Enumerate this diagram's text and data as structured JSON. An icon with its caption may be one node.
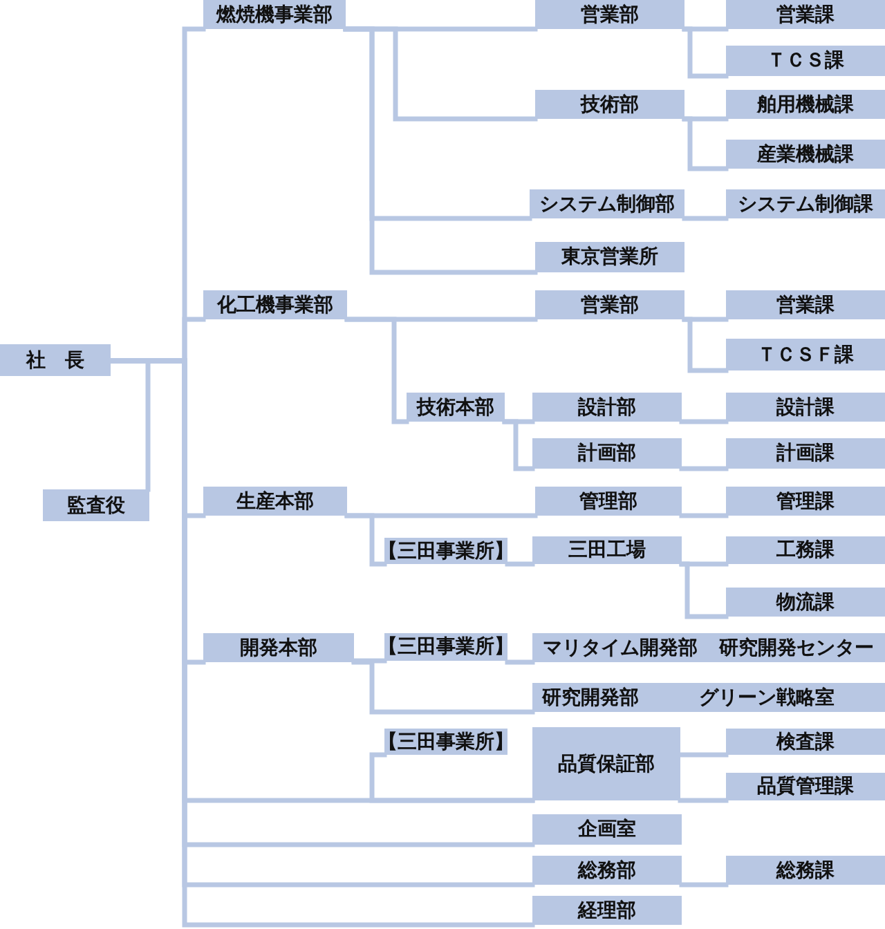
{
  "diagram": {
    "nodes": [
      {
        "text": [
          "社　長"
        ]
      },
      {
        "text": [
          "監査役"
        ]
      },
      {
        "text": [
          "燃焼機事業部"
        ]
      },
      {
        "text": [
          "営業部"
        ]
      },
      {
        "text": [
          "営業課"
        ]
      },
      {
        "text": [
          "ＴＣＳ課"
        ]
      },
      {
        "text": [
          "技術部"
        ]
      },
      {
        "text": [
          "舶用機械課"
        ]
      },
      {
        "text": [
          "産業機械課"
        ]
      },
      {
        "text": [
          "システム制御部"
        ]
      },
      {
        "text": [
          "システム制御課"
        ]
      },
      {
        "text": [
          "東京営業所"
        ]
      },
      {
        "text": [
          "化工機事業部"
        ]
      },
      {
        "text": [
          "営業部"
        ]
      },
      {
        "text": [
          "営業課"
        ]
      },
      {
        "text": [
          "ＴＣＳＦ課"
        ]
      },
      {
        "text": [
          "技術本部"
        ]
      },
      {
        "text": [
          "設計部"
        ]
      },
      {
        "text": [
          "設計課"
        ]
      },
      {
        "text": [
          "計画部"
        ]
      },
      {
        "text": [
          "計画課"
        ]
      },
      {
        "text": [
          "生産本部"
        ]
      },
      {
        "text": [
          "管理部"
        ]
      },
      {
        "text": [
          "管理課"
        ]
      },
      {
        "text": [
          "【三田事業所】"
        ]
      },
      {
        "text": [
          "三田工場"
        ]
      },
      {
        "text": [
          "工務課"
        ]
      },
      {
        "text": [
          "物流課"
        ]
      },
      {
        "text": [
          "開発本部"
        ]
      },
      {
        "text": [
          "【三田事業所】"
        ]
      },
      {
        "text": [
          "マリタイム開発部"
        ]
      },
      {
        "text": [
          "研究開発センター"
        ]
      },
      {
        "text": [
          "研究開発部"
        ]
      },
      {
        "text": [
          "グリーン戦略室"
        ]
      },
      {
        "text": [
          "【三田事業所】"
        ]
      },
      {
        "text": [
          "品質保証部"
        ]
      },
      {
        "text": [
          "検査課"
        ]
      },
      {
        "text": [
          "品質管理課"
        ]
      },
      {
        "text": [
          "企画室"
        ]
      },
      {
        "text": [
          "総務部"
        ]
      },
      {
        "text": [
          "総務課"
        ]
      },
      {
        "text": [
          "経理部"
        ]
      }
    ],
    "edges": [
      {
        "from": 0,
        "to": 1,
        "arrow": "none"
      },
      {
        "from": 0,
        "to": 2,
        "arrow": "none"
      },
      {
        "from": 2,
        "to": 3,
        "arrow": "none"
      },
      {
        "from": 3,
        "to": 4,
        "arrow": "none"
      },
      {
        "from": 3,
        "to": 5,
        "arrow": "none"
      },
      {
        "from": 2,
        "to": 6,
        "arrow": "none"
      },
      {
        "from": 6,
        "to": 7,
        "arrow": "none"
      },
      {
        "from": 6,
        "to": 8,
        "arrow": "none"
      },
      {
        "from": 2,
        "to": 9,
        "arrow": "none"
      },
      {
        "from": 9,
        "to": 10,
        "arrow": "none"
      },
      {
        "from": 2,
        "to": 11,
        "arrow": "none"
      },
      {
        "from": 0,
        "to": 12,
        "arrow": "none"
      },
      {
        "from": 12,
        "to": 13,
        "arrow": "none"
      },
      {
        "from": 13,
        "to": 14,
        "arrow": "none"
      },
      {
        "from": 13,
        "to": 15,
        "arrow": "none"
      },
      {
        "from": 12,
        "to": 16,
        "arrow": "none"
      },
      {
        "from": 16,
        "to": 17,
        "arrow": "none"
      },
      {
        "from": 17,
        "to": 18,
        "arrow": "none"
      },
      {
        "from": 16,
        "to": 19,
        "arrow": "none"
      },
      {
        "from": 19,
        "to": 20,
        "arrow": "none"
      },
      {
        "from": 0,
        "to": 21,
        "arrow": "none"
      },
      {
        "from": 21,
        "to": 22,
        "arrow": "none"
      },
      {
        "from": 22,
        "to": 23,
        "arrow": "none"
      },
      {
        "from": 21,
        "to": 24,
        "arrow": "none"
      },
      {
        "from": 24,
        "to": 25,
        "arrow": "none"
      },
      {
        "from": 25,
        "to": 26,
        "arrow": "none"
      },
      {
        "from": 25,
        "to": 27,
        "arrow": "none"
      },
      {
        "from": 0,
        "to": 28,
        "arrow": "none"
      },
      {
        "from": 28,
        "to": 29,
        "arrow": "none"
      },
      {
        "from": 29,
        "to": 30,
        "arrow": "none"
      },
      {
        "from": 28,
        "to": 32,
        "arrow": "none"
      },
      {
        "from": 0,
        "to": 35,
        "arrow": "none"
      },
      {
        "from": 34,
        "to": 35,
        "arrow": "none"
      },
      {
        "from": 35,
        "to": 36,
        "arrow": "none"
      },
      {
        "from": 35,
        "to": 37,
        "arrow": "none"
      },
      {
        "from": 0,
        "to": 38,
        "arrow": "none"
      },
      {
        "from": 0,
        "to": 39,
        "arrow": "none"
      },
      {
        "from": 39,
        "to": 40,
        "arrow": "none"
      },
      {
        "from": 0,
        "to": 41,
        "arrow": "none"
      }
    ]
  }
}
